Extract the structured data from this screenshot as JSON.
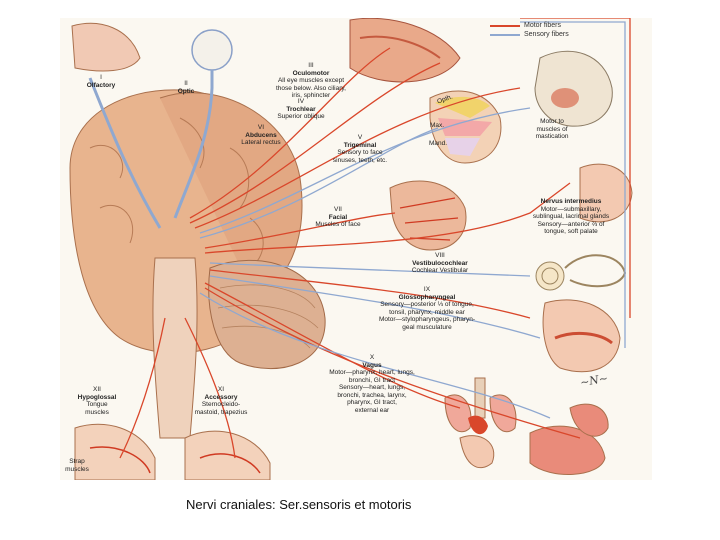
{
  "legend": {
    "motor_label": "Motor fibers",
    "sensory_label": "Sensory fibers",
    "motor_color": "#d9472b",
    "sensory_color": "#8fa8d0"
  },
  "nerves": [
    {
      "id": "I",
      "numeral": "I",
      "name": "Olfactory",
      "desc": ""
    },
    {
      "id": "II",
      "numeral": "II",
      "name": "Optic",
      "desc": ""
    },
    {
      "id": "III",
      "numeral": "III",
      "name": "Oculomotor",
      "desc": "All eye muscles except\nthose below. Also ciliary,\niris, sphincter"
    },
    {
      "id": "IV",
      "numeral": "IV",
      "name": "Trochlear",
      "desc": "Superior oblique"
    },
    {
      "id": "VI",
      "numeral": "VI",
      "name": "Abducens",
      "desc": "Lateral rectus"
    },
    {
      "id": "V",
      "numeral": "V",
      "name": "Trigeminal",
      "desc": "Sensory to face\nsinuses, teeth, etc."
    },
    {
      "id": "VII",
      "numeral": "VII",
      "name": "Facial",
      "desc": "Muscles of face"
    },
    {
      "id": "VIII",
      "numeral": "VIII",
      "name": "Vestibulocochlear",
      "desc": "Cochlear   Vestibular"
    },
    {
      "id": "IX",
      "numeral": "IX",
      "name": "Glossopharyngeal",
      "desc": "Sensory—posterior ⅓ of tongue,\ntonsil, pharynx, middle ear\nMotor—stylopharyngeus, pharyn-\ngeal musculature"
    },
    {
      "id": "X",
      "numeral": "X",
      "name": "Vagus",
      "desc": "Motor—pharynx, heart, lungs,\nbronchi, GI tract\nSensory—heart, lungs,\nbronchi, trachea, larynx,\npharynx, GI tract,\nexternal ear"
    },
    {
      "id": "XI",
      "numeral": "XI",
      "name": "Accessory",
      "desc": "Sternocleido-\nmastoid, trapezius"
    },
    {
      "id": "XII",
      "numeral": "XII",
      "name": "Hypoglossal",
      "desc": "Tongue\nmuscles"
    }
  ],
  "extra_labels": {
    "mastication": "Motor to\nmuscles of\nmastication",
    "nervus_title": "Nervus intermedius",
    "nervus_desc": "Motor—submaxillary,\nsublingual, lacrimal glands\nSensory—anterior ⅔ of\ntongue, soft palate",
    "strap": "Strap\nmuscles",
    "opth": "Opth.",
    "max": "Max.",
    "mand": "Mand."
  },
  "caption": "Nervi craniales: Ser.sensoris et motoris"
}
